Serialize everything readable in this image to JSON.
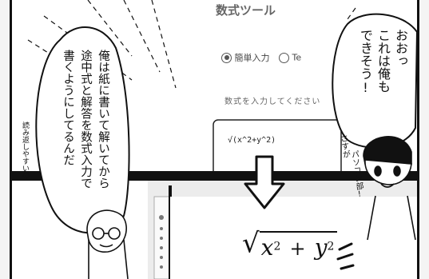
{
  "tool_window": {
    "title": "数式ツール",
    "radio_simple_label": "簡単入力",
    "radio_other_partial": "Te",
    "input_placeholder": "数式を入力してください",
    "input_value": "√(x^2+y^2)"
  },
  "rendered_formula": {
    "radicand_x": "x",
    "radicand_y": "y",
    "exponent": "2",
    "operator": "+"
  },
  "speech": {
    "left_bubble_lines": [
      "俺は紙に書いて解いてから",
      "途中式と解答を数式入力で",
      "書くようにしてるんだ"
    ],
    "right_bubble_lines": [
      "おおっ",
      "これは俺も",
      "できそう!"
    ],
    "right_aside_lines": [
      "さすが",
      "パソコン部!"
    ],
    "left_aside": "読み返しやすいの"
  },
  "colors": {
    "ink": "#111111",
    "screen_gray": "#ececec",
    "panel_white": "#ffffff"
  }
}
